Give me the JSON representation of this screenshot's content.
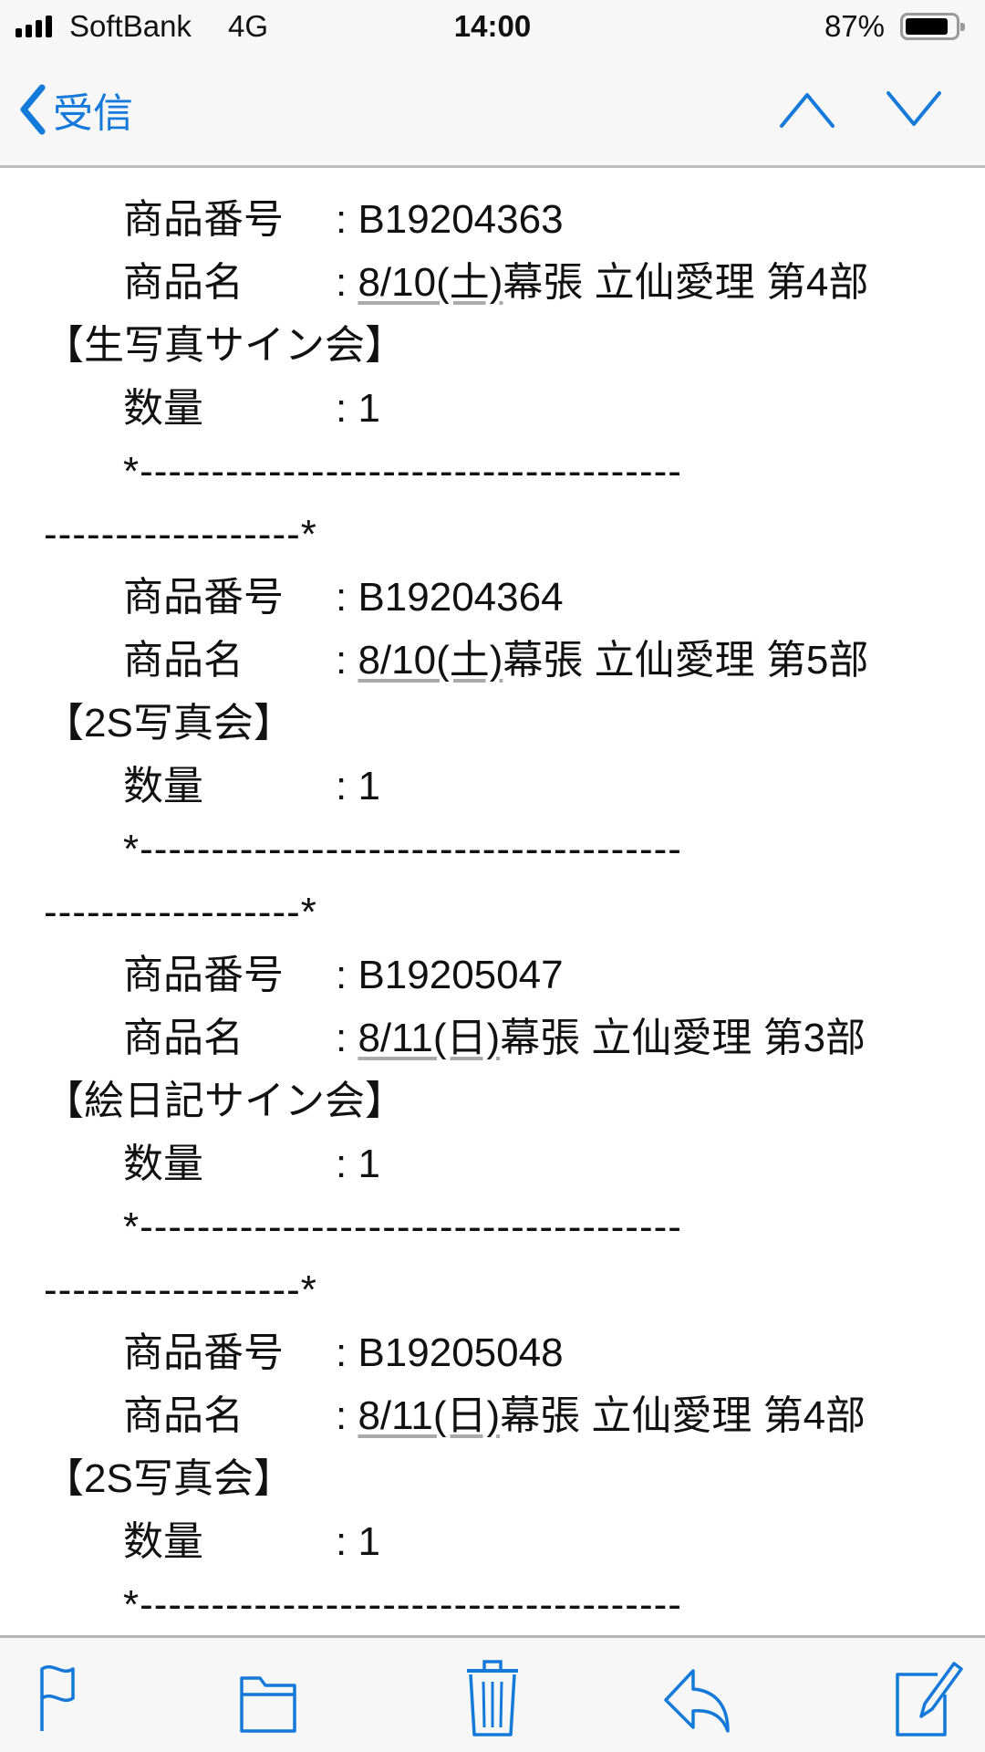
{
  "status_bar": {
    "carrier": "SoftBank",
    "network": "4G",
    "time": "14:00",
    "battery_percent": "87%",
    "signal_bars": 4
  },
  "nav": {
    "back_label": "受信",
    "back_icon": "chevron-left-icon",
    "prev_icon": "chevron-up-icon",
    "next_icon": "chevron-down-icon",
    "accent_color": "#1479d9"
  },
  "labels": {
    "product_number": "商品番号",
    "product_name": "商品名",
    "quantity": "数量",
    "separator_top": "*--------------------------------------",
    "separator_bottom": "------------------*"
  },
  "items": [
    {
      "product_number": ": B19204363",
      "name_prefix": ": ",
      "name_date": "8/10(土)",
      "name_rest": "幕張 立仙愛理 第4部",
      "name_wrap": "【生写真サイン会】",
      "quantity": ": 1"
    },
    {
      "product_number": ": B19204364",
      "name_prefix": ": ",
      "name_date": "8/10(土)",
      "name_rest": "幕張 立仙愛理 第5部",
      "name_wrap": "【2S写真会】",
      "quantity": ": 1"
    },
    {
      "product_number": ": B19205047",
      "name_prefix": ": ",
      "name_date": "8/11(日)",
      "name_rest": "幕張 立仙愛理 第3部",
      "name_wrap": "【絵日記サイン会】",
      "quantity": ": 1"
    },
    {
      "product_number": ": B19205048",
      "name_prefix": ": ",
      "name_date": "8/11(日)",
      "name_rest": "幕張 立仙愛理 第4部",
      "name_wrap": "【2S写真会】",
      "quantity": ": 1"
    }
  ],
  "toolbar": {
    "icons": [
      "flag-icon",
      "folder-icon",
      "trash-icon",
      "reply-icon",
      "compose-icon"
    ]
  }
}
